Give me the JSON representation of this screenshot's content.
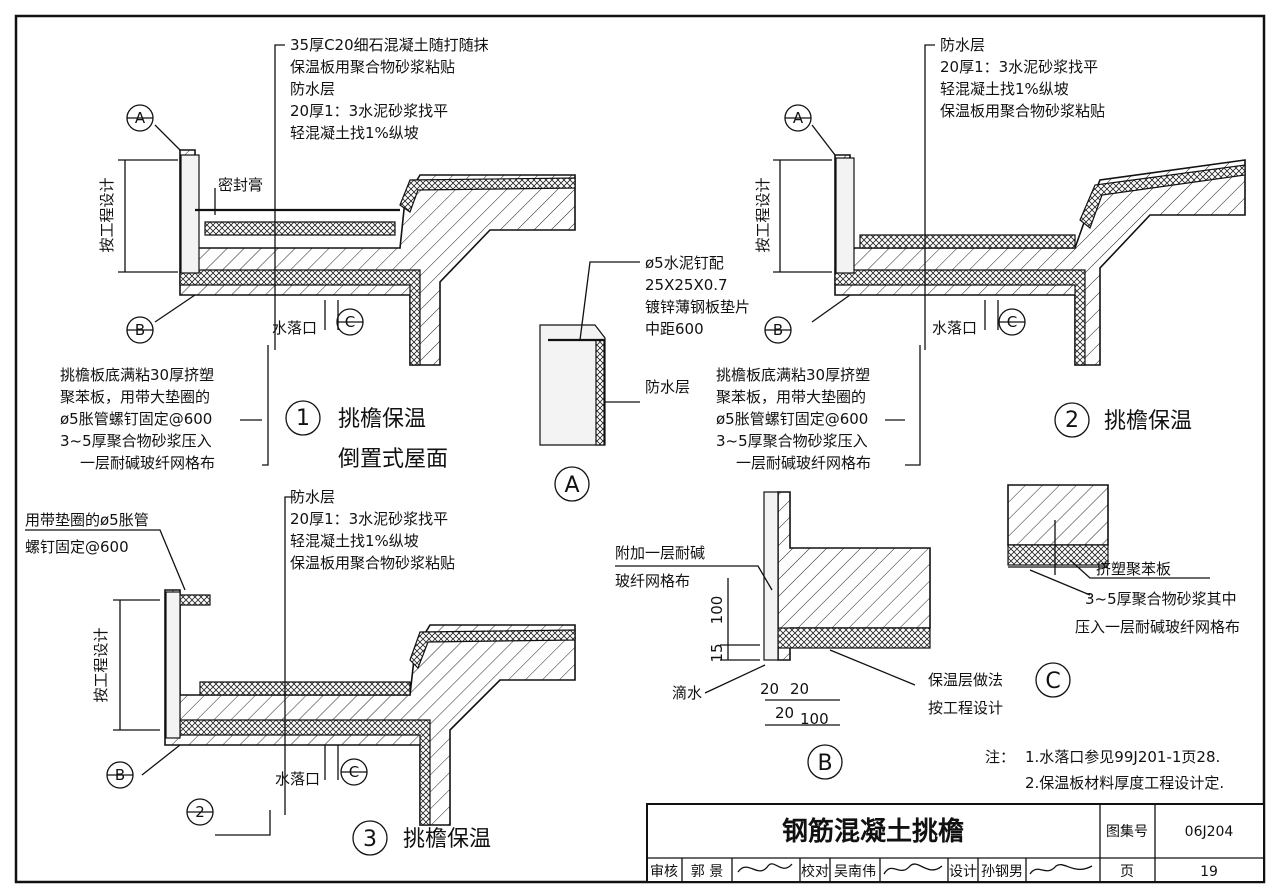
{
  "detail1": {
    "layers": [
      "35厚C20细石混凝土随打随抹",
      "保温板用聚合物砂浆粘贴",
      "防水层",
      "20厚1：3水泥砂浆找平",
      "轻混凝土找1%纵坡"
    ],
    "sealant": "密封膏",
    "dim_label": "按工程设计",
    "callout_a": "A",
    "callout_b": "B",
    "callout_c": "C",
    "drain": "水落口",
    "notes": [
      "挑檐板底满粘30厚挤塑",
      "聚苯板，用带大垫圈的",
      "ø5胀管螺钉固定@600",
      "3~5厚聚合物砂浆压入",
      "一层耐碱玻纤网格布"
    ],
    "number": "1",
    "title_line1": "挑檐保温",
    "title_line2": "倒置式屋面"
  },
  "detail2": {
    "layers": [
      "防水层",
      "20厚1：3水泥砂浆找平",
      "轻混凝土找1%纵坡",
      "保温板用聚合物砂浆粘贴"
    ],
    "dim_label": "按工程设计",
    "callout_a": "A",
    "callout_b": "B",
    "callout_c": "C",
    "drain": "水落口",
    "notes": [
      "挑檐板底满粘30厚挤塑",
      "聚苯板，用带大垫圈的",
      "ø5胀管螺钉固定@600",
      "3~5厚聚合物砂浆压入",
      "一层耐碱玻纤网格布"
    ],
    "number": "2",
    "title": "挑檐保温"
  },
  "detail3": {
    "fixing": [
      "用带垫圈的ø5胀管",
      "螺钉固定@600"
    ],
    "layers": [
      "防水层",
      "20厚1：3水泥砂浆找平",
      "轻混凝土找1%纵坡",
      "保温板用聚合物砂浆粘贴"
    ],
    "dim_label": "按工程设计",
    "callout_b": "B",
    "callout_c": "C",
    "callout_2": "2",
    "drain": "水落口",
    "number": "3",
    "title": "挑檐保温"
  },
  "detailA": {
    "nail": [
      "ø5水泥钉配",
      "25X25X0.7",
      "镀锌薄钢板垫片",
      "中距600"
    ],
    "waterproof": "防水层",
    "letter": "A"
  },
  "detailB": {
    "mesh": [
      "附加一层耐碱",
      "玻纤网格布"
    ],
    "dims_v": [
      "100",
      "15"
    ],
    "dims_h": [
      "20",
      "20",
      "20",
      "100"
    ],
    "drip": "滴水",
    "insul": [
      "保温层做法",
      "按工程设计"
    ],
    "letter": "B"
  },
  "detailC": {
    "board": "挤塑聚苯板",
    "mortar": [
      "3~5厚聚合物砂浆其中",
      "压入一层耐碱玻纤网格布"
    ],
    "letter": "C"
  },
  "notes": {
    "prefix": "注：",
    "lines": [
      "1.水落口参见99J201-1页28.",
      "2.保温板材料厚度工程设计定."
    ]
  },
  "title_block": {
    "title": "钢筋混凝土挑檐",
    "atlas_label": "图集号",
    "atlas_no": "06J204",
    "page_label": "页",
    "page_no": "19",
    "review_label": "审核",
    "reviewer": "郭 景",
    "check_label": "校对",
    "checker": "吴南伟",
    "design_label": "设计",
    "designer": "孙钢男"
  }
}
